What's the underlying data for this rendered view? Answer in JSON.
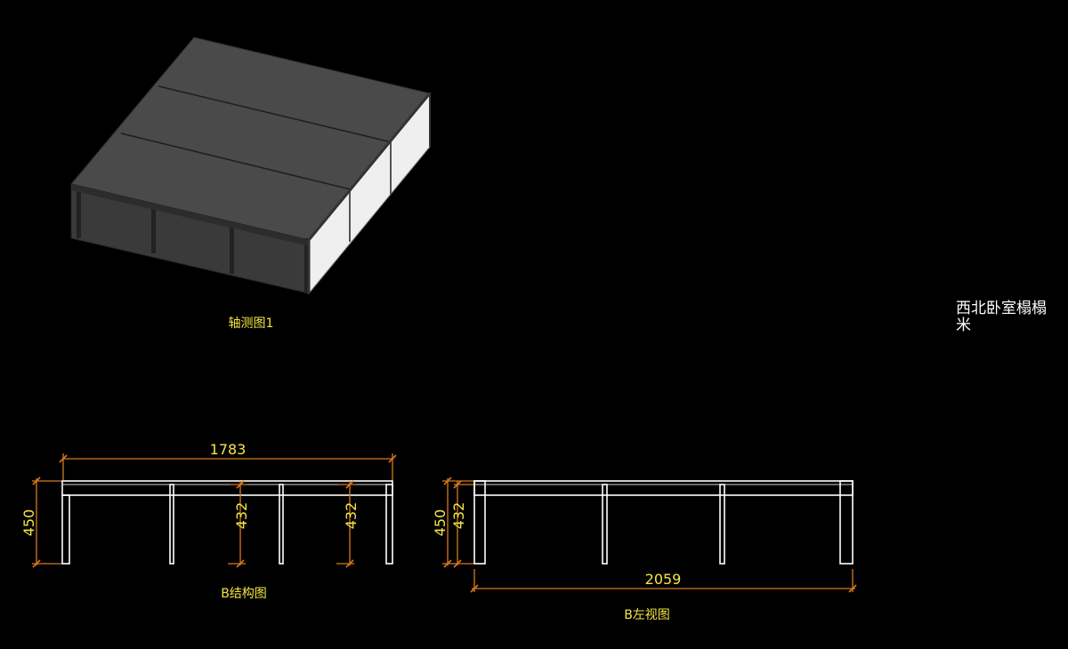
{
  "drawing": {
    "background_color": "#000000",
    "text_color": "#f5e642",
    "dimension_color": "#d9781e",
    "line_color": "#ffffff",
    "model_top_color": "#4a4a4a",
    "model_side_color": "#f0f0f0"
  },
  "views": {
    "axonometric": {
      "caption": "轴测图1"
    },
    "structure": {
      "caption": "B结构图",
      "dims": {
        "width": "1783",
        "height_total": "450",
        "leg_height_1": "432",
        "leg_height_2": "432"
      }
    },
    "left_view": {
      "caption": "B左视图",
      "dims": {
        "width": "2059",
        "height_total": "450",
        "leg_height": "432"
      }
    }
  },
  "note": {
    "line1": "西北卧室榻榻",
    "line2": "米"
  }
}
